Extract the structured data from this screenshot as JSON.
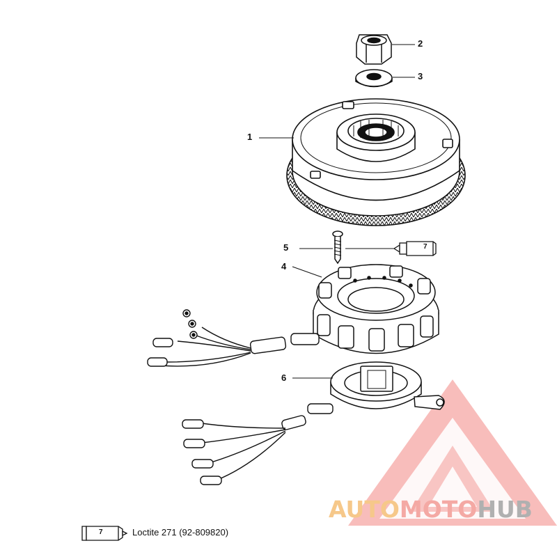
{
  "callouts": [
    {
      "id": "1",
      "label": "1"
    },
    {
      "id": "2",
      "label": "2"
    },
    {
      "id": "3",
      "label": "3"
    },
    {
      "id": "4",
      "label": "4"
    },
    {
      "id": "5",
      "label": "5"
    },
    {
      "id": "6",
      "label": "6"
    }
  ],
  "sealant_tube": {
    "number": "7"
  },
  "legend": {
    "tube_number": "7",
    "text": "Loctite 271 (92-809820)"
  },
  "watermark": {
    "part1": "AUTO",
    "part2": "MOTO",
    "part3": "HUB"
  },
  "colors": {
    "line": "#111111",
    "watermark_red": "#ee5f5a",
    "watermark_orange": "#f6c88a",
    "watermark_gray": "#b0b0b0"
  }
}
